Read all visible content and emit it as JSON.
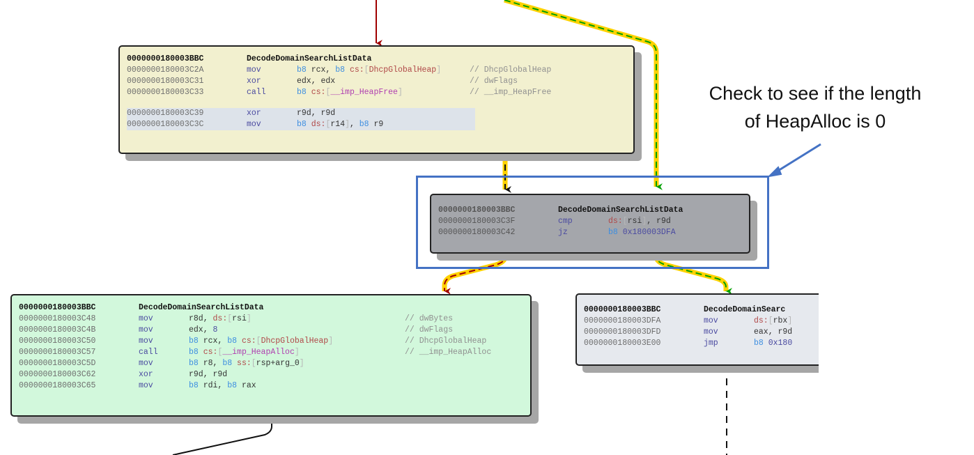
{
  "annotation": {
    "line1": "Check to see if the length",
    "line2": "of HeapAlloc is 0",
    "color": "#4472c4"
  },
  "colors": {
    "edge_false": "#a00000",
    "edge_true": "#00a000",
    "edge_highlight": "#ffd200",
    "edge_normal": "#111111"
  },
  "blocks": [
    {
      "id": "block-heapfree",
      "fill": "#f2f0cf",
      "header": {
        "address": "0000000180003BBC",
        "function": "DecodeDomainSearchListData"
      },
      "lines": [
        {
          "address": "0000000180003C2A",
          "mnemonic": "mov",
          "operands": "b8 rcx, b8 cs:[DhcpGlobalHeap]",
          "comment": "// DhcpGlobalHeap"
        },
        {
          "address": "0000000180003C31",
          "mnemonic": "xor",
          "operands": "edx, edx",
          "comment": "// dwFlags"
        },
        {
          "address": "0000000180003C33",
          "mnemonic": "call",
          "operands": "b8 cs:[__imp_HeapFree]",
          "comment": "// __imp_HeapFree"
        },
        {
          "address": "0000000180003C39",
          "mnemonic": "xor",
          "operands": "r9d, r9d",
          "comment": ""
        },
        {
          "address": "0000000180003C3C",
          "mnemonic": "mov",
          "operands": "b8 ds:[r14], b8 r9",
          "comment": ""
        }
      ]
    },
    {
      "id": "block-cmp",
      "fill": "#a4a6ab",
      "header": {
        "address": "0000000180003BBC",
        "function": "DecodeDomainSearchListData"
      },
      "lines": [
        {
          "address": "0000000180003C3F",
          "mnemonic": "cmp",
          "operands": "ds:[rsi], r9d",
          "comment": ""
        },
        {
          "address": "0000000180003C42",
          "mnemonic": "jz",
          "operands": "b8 0x180003DFA",
          "comment": ""
        }
      ]
    },
    {
      "id": "block-heapalloc",
      "fill": "#d2f8dc",
      "header": {
        "address": "0000000180003BBC",
        "function": "DecodeDomainSearchListData"
      },
      "lines": [
        {
          "address": "0000000180003C48",
          "mnemonic": "mov",
          "operands": "r8d, ds:[rsi]",
          "comment": "// dwBytes"
        },
        {
          "address": "0000000180003C4B",
          "mnemonic": "mov",
          "operands": "edx, 8",
          "comment": "// dwFlags"
        },
        {
          "address": "0000000180003C50",
          "mnemonic": "mov",
          "operands": "b8 rcx, b8 cs:[DhcpGlobalHeap]",
          "comment": "// DhcpGlobalHeap"
        },
        {
          "address": "0000000180003C57",
          "mnemonic": "call",
          "operands": "b8 cs:[__imp_HeapAlloc]",
          "comment": "// __imp_HeapAlloc"
        },
        {
          "address": "0000000180003C5D",
          "mnemonic": "mov",
          "operands": "b8 r8, b8 ss:[rsp+arg_0]",
          "comment": ""
        },
        {
          "address": "0000000180003C62",
          "mnemonic": "xor",
          "operands": "r9d, r9d",
          "comment": ""
        },
        {
          "address": "0000000180003C65",
          "mnemonic": "mov",
          "operands": "b8 rdi, b8 rax",
          "comment": ""
        }
      ]
    },
    {
      "id": "block-zero-path",
      "fill": "#e6e9ee",
      "header": {
        "address": "0000000180003BBC",
        "function": "DecodeDomainSearc"
      },
      "lines": [
        {
          "address": "0000000180003DFA",
          "mnemonic": "mov",
          "operands": "ds:[rbx]",
          "comment": ""
        },
        {
          "address": "0000000180003DFD",
          "mnemonic": "mov",
          "operands": "eax, r9d",
          "comment": ""
        },
        {
          "address": "0000000180003E00",
          "mnemonic": "jmp",
          "operands": "b8 0x180",
          "comment": ""
        }
      ]
    }
  ]
}
